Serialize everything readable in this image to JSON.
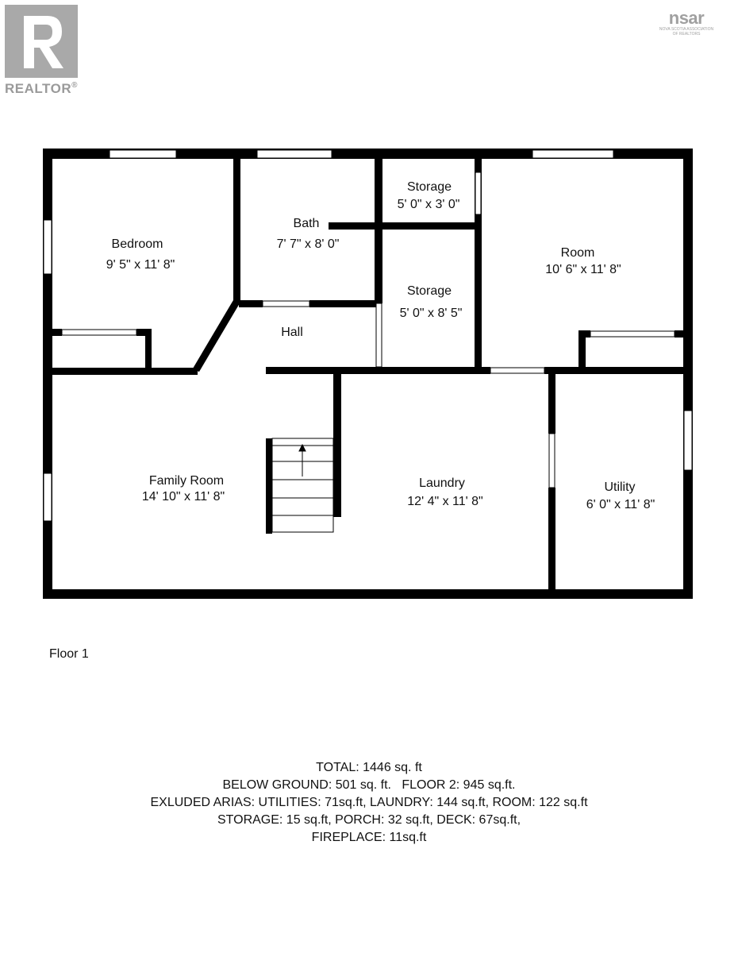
{
  "logos": {
    "realtor": "REALTOR",
    "realtor_mark": "®",
    "nsar_brand": "nsar",
    "nsar_sub1": "NOVA SCOTIA ASSOCIATION",
    "nsar_sub2": "OF REALTORS"
  },
  "rooms": {
    "bedroom": {
      "name": "Bedroom",
      "size": "9' 5\" x 11' 8\""
    },
    "bath": {
      "name": "Bath",
      "size": "7' 7\" x 8' 0\""
    },
    "storage_small": {
      "name": "Storage",
      "size": "5' 0\" x 3' 0\""
    },
    "storage_large": {
      "name": "Storage",
      "size": "5' 0\" x 8' 5\""
    },
    "room": {
      "name": "Room",
      "size": "10' 6\" x 11' 8\""
    },
    "hall": {
      "name": "Hall"
    },
    "family_room": {
      "name": "Family Room",
      "size": "14' 10\" x 11' 8\""
    },
    "laundry": {
      "name": "Laundry",
      "size": "12' 4\" x 11' 8\""
    },
    "utility": {
      "name": "Utility",
      "size": "6' 0\" x 11' 8\""
    }
  },
  "floor_label": "Floor 1",
  "totals": [
    "TOTAL: 1446 sq. ft",
    "BELOW GROUND: 501 sq. ft.   FLOOR 2: 945 sq.ft.",
    "EXLUDED ARIAS: UTILITIES: 71sq.ft, LAUNDRY: 144 sq.ft, ROOM: 122 sq.ft",
    "STORAGE: 15 sq.ft, PORCH: 32 sq.ft, DECK: 67sq.ft,",
    "FIREPLACE: 11sq.ft"
  ],
  "colors": {
    "wall": "#000000",
    "logo_gray": "#a9a9a9"
  },
  "icons": {
    "stair_arrow": "arrow-up-icon",
    "realtor_mark": "realtor-r-icon"
  }
}
